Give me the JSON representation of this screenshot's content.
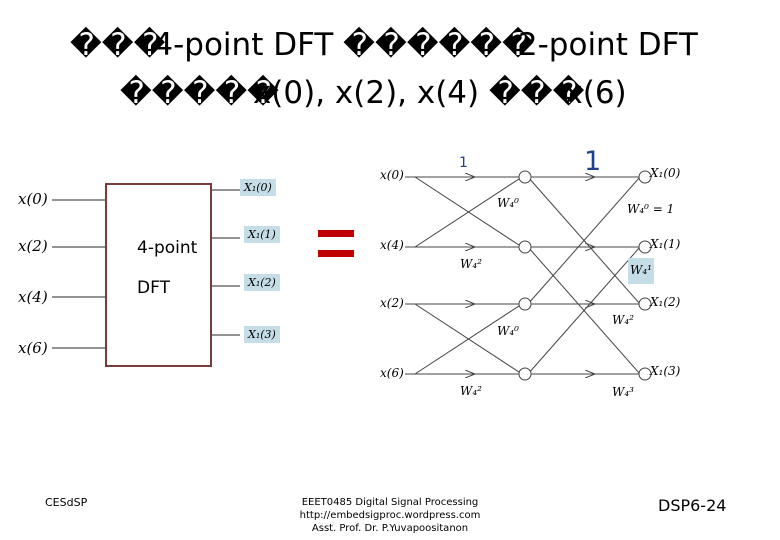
{
  "title": {
    "line1_prefix": "���",
    "line1_a": "4-point DFT",
    "line1_mid": "������",
    "line1_b": "2-point DFT",
    "line2_prefix": "�����",
    "line2_a": "x(0), x(2), x(4)",
    "line2_mid": "���",
    "line2_b": "x(6)"
  },
  "block_diagram": {
    "inputs": [
      "x(0)",
      "x(2)",
      "x(4)",
      "x(6)"
    ],
    "box_label_line1": "4-point",
    "box_label_line2": "DFT",
    "outputs": [
      "X₁(0)",
      "X₁(1)",
      "X₁(2)",
      "X₁(3)"
    ]
  },
  "butterfly": {
    "inputs": [
      "x(0)",
      "x(4)",
      "x(2)",
      "x(6)"
    ],
    "outputs": [
      "X₁(0)",
      "X₁(1)",
      "X₁(2)",
      "X₁(3)"
    ],
    "stage1_twiddles": [
      "W₄⁰",
      "W₄²",
      "W₄⁰",
      "W₄²"
    ],
    "stage2_twiddles": [
      "W₄⁰ = 1",
      "W₄¹",
      "W₄²",
      "W₄³"
    ],
    "annotation_small": "1",
    "annotation_large": "1",
    "highlight_color": "#c5dde7"
  },
  "footer": {
    "left": "CESdSP",
    "center_line1": "EEET0485 Digital Signal Processing",
    "center_line2": "http://embedsigproc.wordpress.com",
    "center_line3": "Asst. Prof. Dr. P.Yuvapoositanon",
    "right": "DSP6-24"
  }
}
